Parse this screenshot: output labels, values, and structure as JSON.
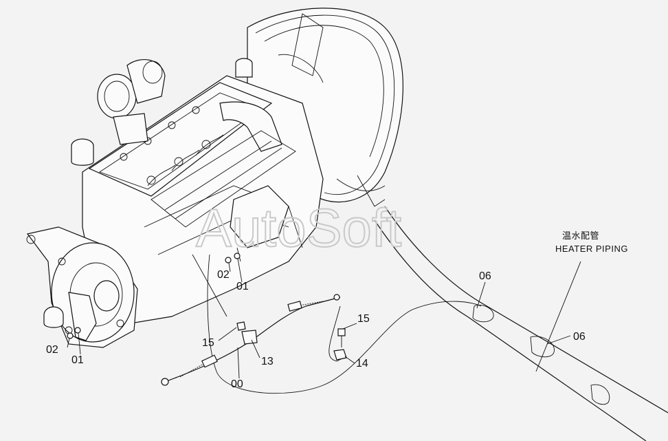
{
  "watermark": "AutoSoft",
  "heater_piping": {
    "label_jp": "温水配管",
    "label_en": "HEATER PIPING"
  },
  "callouts": {
    "c02_engine": "02",
    "c01_engine": "01",
    "c02_mount": "02",
    "c01_mount": "01",
    "c15_bracket": "15",
    "c13": "13",
    "c00": "00",
    "c15_clamp": "15",
    "c14": "14",
    "c06_upper": "06",
    "c06_lower": "06"
  }
}
